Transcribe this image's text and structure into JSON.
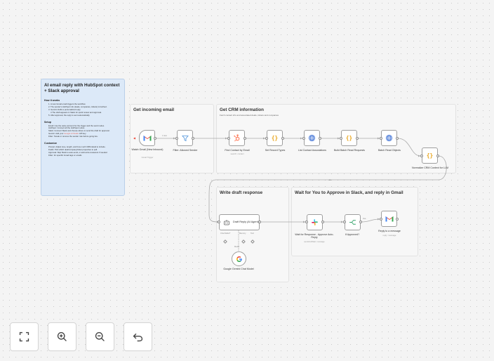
{
  "sticky": {
    "title": "AI email reply with HubSpot context + Slack approval",
    "how_title": "How it works",
    "how_items": [
      "1. A new Gmail email triggers the workflow.",
      "2. The sender's HubSpot info (deals, companies, tickets) is fetched.",
      "3. Gemini drafts a personalized reply.",
      "4 The draft appears in Slack for quick review and approval.",
      "5. After approval, the reply is sent automatically."
    ],
    "setup_title": "Setup",
    "setup_email": "Email: Use the same account for the trigger and the send nodes.",
    "setup_hubspot": "HubSpot: Connect all the HubSpot nodes.",
    "setup_slack": "Slack: Connect Slack and choose where to send the draft for approval.",
    "setup_gemini_pre": "Gemini: Add your",
    "setup_gemini_link": "Google AI Studio",
    "setup_gemini_post": "API key.",
    "setup_filter": "Filter: Tweak or remove the sender rule before going live.",
    "customize_title": "Customize",
    "customize_items": [
      "Prompt: Adjust tone, length, and how much CRM detail to include.",
      "Fields: Pick which deal/company/ticket properties to pull.",
      "Approval: Skip Slack to auto-send, or add extra reviewers if needed.",
      "Filter: for specific Gmail tags or emails"
    ]
  },
  "groups": {
    "incoming": {
      "title": "Get incoming email"
    },
    "crm": {
      "title": "Get CRM information",
      "subtitle": "Fetch contact info and associated deals, tickets and companies"
    },
    "draft": {
      "title": "Write draft response"
    },
    "approve": {
      "title": "Wait for You to Approve in Slack, and reply in Gmail"
    }
  },
  "nodes": {
    "gmail_trigger": {
      "label": "Watch Gmail (New Inbound)",
      "sub": "Gmail Trigger",
      "icon": "gmail-icon"
    },
    "filter": {
      "label": "Filter: Allowed Sender",
      "icon": "filter-icon"
    },
    "find_contact": {
      "label": "Find Contact by Email",
      "sub": "search: contact",
      "icon": "hubspot-icon"
    },
    "set_record": {
      "label": "Set Record Types",
      "icon": "code-braces-icon"
    },
    "list_assoc": {
      "label": "List Contact Associations",
      "icon": "globe-icon"
    },
    "build_batch": {
      "label": "Build Batch Read Requests",
      "icon": "code-braces-icon"
    },
    "batch_read": {
      "label": "Batch Read Objects",
      "icon": "globe-icon"
    },
    "normalize": {
      "label": "Normalize CRM Context for LLM",
      "icon": "code-braces-icon"
    },
    "draft_reply": {
      "label": "Draft Reply (AI Agent)",
      "icon": "robot-icon",
      "ports": [
        "Chat Model*",
        "Memory",
        "Tool"
      ]
    },
    "gemini": {
      "label": "Google Gemini Chat Model",
      "icon": "google-icon"
    },
    "slack": {
      "label": "Wait for Response - Approve Auto-Reply",
      "sub": "sendAndWait: message",
      "icon": "slack-icon"
    },
    "if_approved": {
      "label": "If Approved?",
      "icon": "if-icon"
    },
    "reply": {
      "label": "Reply to a message",
      "sub": "reply: message",
      "icon": "gmail-icon"
    }
  },
  "edges": {
    "items_label": "1 item",
    "true_label": "true",
    "model_label": "Model"
  },
  "controls": {
    "fit": "fit-view-icon",
    "zoom_in": "zoom-in-icon",
    "zoom_out": "zoom-out-icon",
    "undo": "undo-icon"
  },
  "colors": {
    "gmail_red": "#ea4335",
    "hubspot": "#ff7a59",
    "code": "#e8a317",
    "globe": "#3b6fd4",
    "slack_green": "#2eb67d",
    "if_green": "#35a46b"
  }
}
